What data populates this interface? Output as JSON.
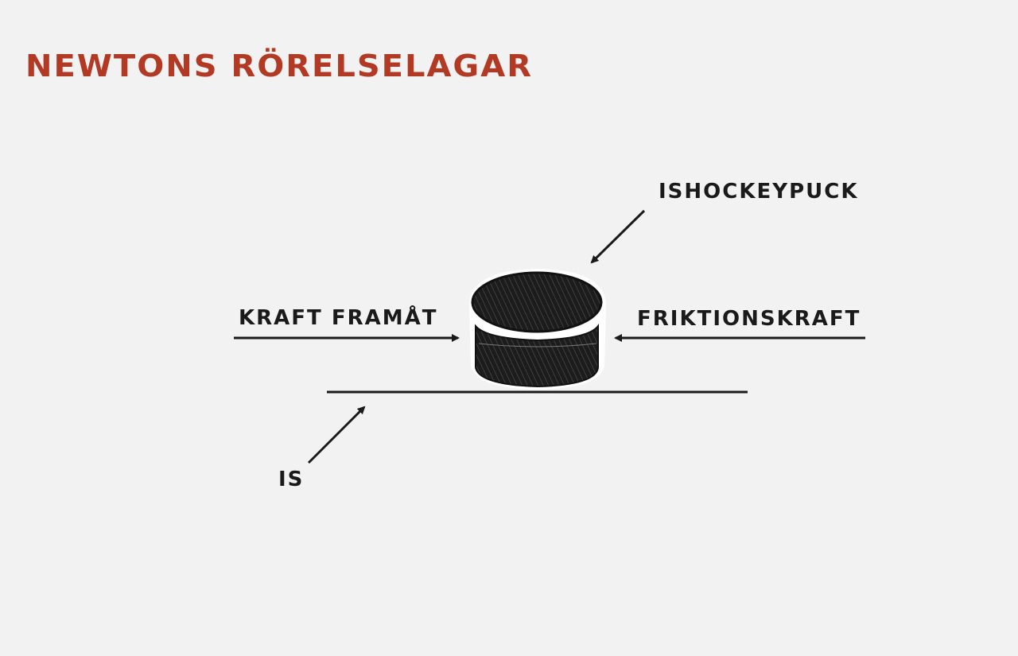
{
  "title": "NEWTONS RÖRELSELAGAR",
  "labels": {
    "puck": "ISHOCKEYPUCK",
    "forward_force": "KRAFT FRAMÅT",
    "friction_force": "FRIKTIONSKRAFT",
    "ice": "IS"
  },
  "colors": {
    "background": "#f2f2f2",
    "title": "#b23a24",
    "ink": "#1a1a1a"
  }
}
